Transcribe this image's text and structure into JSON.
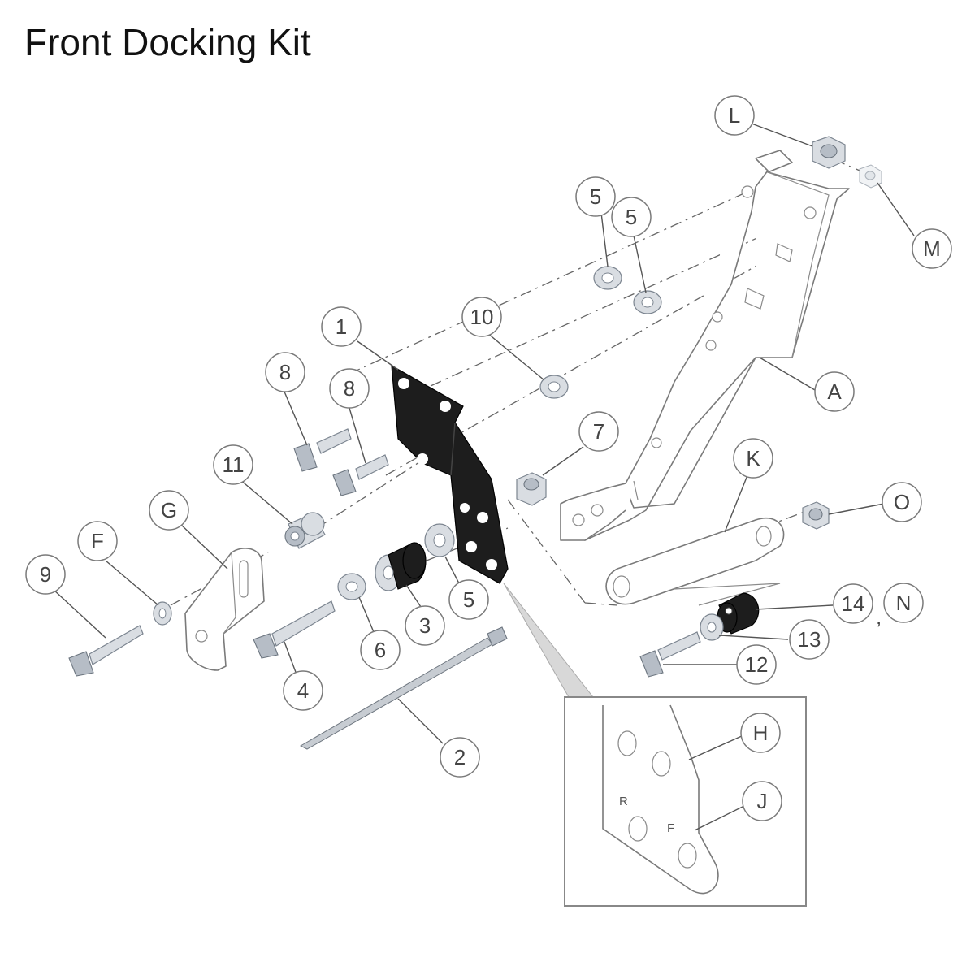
{
  "title": "Front Docking Kit",
  "callouts": {
    "c1": "1",
    "c2": "2",
    "c3": "3",
    "c4": "4",
    "c5a": "5",
    "c5b": "5",
    "c5c": "5",
    "c6": "6",
    "c7": "7",
    "c8a": "8",
    "c8b": "8",
    "c9": "9",
    "c10": "10",
    "c11": "11",
    "c12": "12",
    "c13": "13",
    "c14": "14",
    "cA": "A",
    "cF": "F",
    "cG": "G",
    "cH": "H",
    "cJ": "J",
    "cK": "K",
    "cL": "L",
    "cM": "M",
    "cN": "N",
    "cO": "O"
  },
  "separator": ",",
  "detail_marks": {
    "r": "R",
    "f": "F"
  }
}
